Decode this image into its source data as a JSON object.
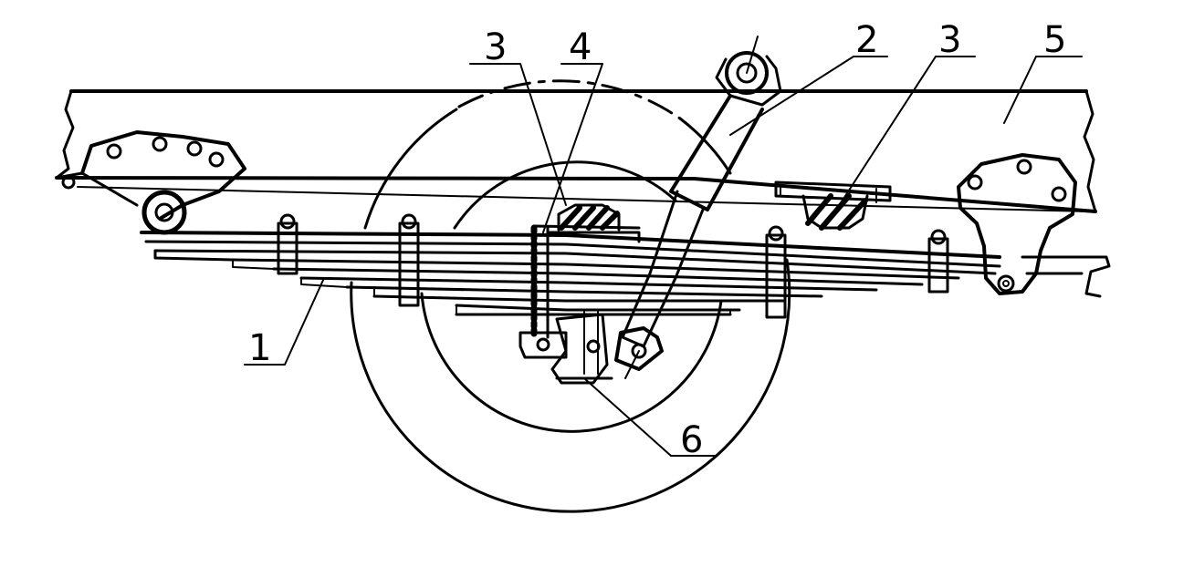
{
  "diagram": {
    "callouts": {
      "spring": "1",
      "shock_absorber": "2",
      "buffer_left": "3",
      "buffer_right": "3",
      "u_bolt": "4",
      "frame": "5",
      "axle_pad": "6"
    }
  },
  "colors": {
    "ink": "#000000",
    "paper": "#ffffff"
  }
}
